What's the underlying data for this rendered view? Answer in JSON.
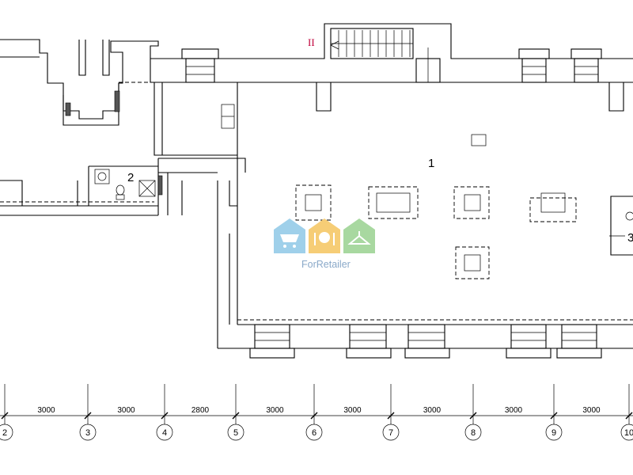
{
  "rooms": [
    {
      "id": "1",
      "label": "1"
    },
    {
      "id": "2",
      "label": "2"
    },
    {
      "id": "3",
      "label": "3"
    }
  ],
  "stair_mark": "II",
  "watermark": {
    "text": "ForRetailer"
  },
  "axes": [
    "2",
    "3",
    "4",
    "5",
    "6",
    "7",
    "8",
    "9",
    "10"
  ],
  "dimensions": [
    "3000",
    "3000",
    "2800",
    "3000",
    "3000",
    "3000",
    "3000",
    "3000"
  ],
  "colors": {
    "wall": "#000000",
    "stair_mark": "#c0003a",
    "watermark_text": "#8aa9c9"
  }
}
